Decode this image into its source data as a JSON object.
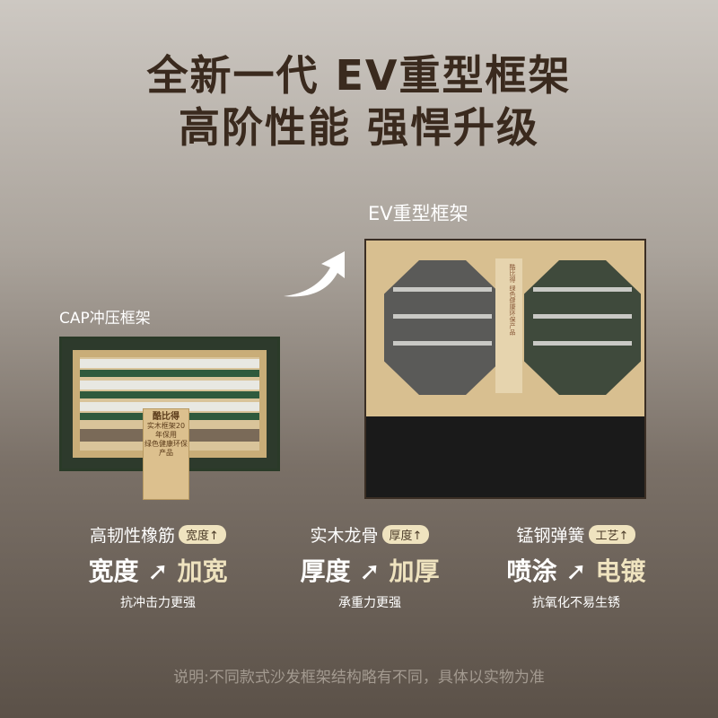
{
  "title": {
    "line1": "全新一代 EV重型框架",
    "line2": "高阶性能 强悍升级"
  },
  "labels": {
    "ev": "EV重型框架",
    "cap": "CAP冲压框架"
  },
  "tag": {
    "brand": "酷比得",
    "line1": "实木框架20年保用",
    "line2": "绿色健康环保产品"
  },
  "bigtag": {
    "brand": "酷比得",
    "text": "绿色健康环保产品"
  },
  "features": [
    {
      "name": "高韧性橡筋",
      "badge": "宽度↑",
      "from": "宽度",
      "to": "加宽",
      "sub": "抗冲击力更强"
    },
    {
      "name": "实木龙骨",
      "badge": "厚度↑",
      "from": "厚度",
      "to": "加厚",
      "sub": "承重力更强"
    },
    {
      "name": "锰钢弹簧",
      "badge": "工艺↑",
      "from": "喷涂",
      "to": "电镀",
      "sub": "抗氧化不易生锈"
    }
  ],
  "note": "说明:不同款式沙发框架结构略有不同，具体以实物为准",
  "colors": {
    "title": "#3a2a1e",
    "accent": "#efe3bf"
  }
}
